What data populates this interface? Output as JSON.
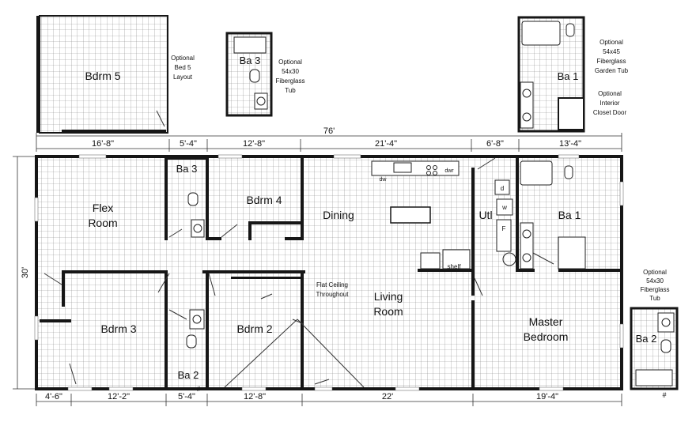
{
  "colors": {
    "wall": "#161616",
    "grid": "#8a8a8a",
    "line": "#333333",
    "background": "#ffffff"
  },
  "inset_bedroom5": {
    "room": "Bdrm 5",
    "note_lines": [
      "Optional",
      "Bed 5",
      "Layout"
    ]
  },
  "inset_bath3": {
    "room": "Ba 3",
    "note_lines": [
      "Optional",
      "54x30",
      "Fiberglass",
      "Tub"
    ]
  },
  "inset_bath1": {
    "room": "Ba 1",
    "tub_note_lines": [
      "Optional",
      "54x45",
      "Fiberglass",
      "Garden Tub"
    ],
    "door_note_lines": [
      "Optional",
      "Interior",
      "Closet Door"
    ]
  },
  "inset_bath2": {
    "room": "Ba 2",
    "note_lines": [
      "Optional",
      "54x30",
      "Fiberglass",
      "Tub"
    ],
    "symbol": "#"
  },
  "dimensions": {
    "overall_width": "76'",
    "overall_depth": "30'",
    "top": [
      "16'-8\"",
      "5'-4\"",
      "12'-8\"",
      "21'-4\"",
      "6'-8\"",
      "13'-4\""
    ],
    "bottom": [
      "4'-6\"",
      "12'-2\"",
      "5'-4\"",
      "12'-8\"",
      "22'",
      "19'-4\""
    ]
  },
  "rooms": {
    "flex_line1": "Flex",
    "flex_line2": "Room",
    "bath3": "Ba 3",
    "bedroom4": "Bdrm 4",
    "dining": "Dining",
    "utility": "Utl",
    "bath1": "Ba 1",
    "bedroom3": "Bdrm 3",
    "bath2": "Ba 2",
    "bedroom2": "Bdrm 2",
    "living_line1": "Living",
    "living_line2": "Room",
    "master_line1": "Master",
    "master_line2": "Bedroom"
  },
  "notes": {
    "flat_ceiling_line1": "Flat Ceiling",
    "flat_ceiling_line2": "Throughout"
  },
  "appliances": {
    "dishwasher": "dw",
    "dryer": "dwr",
    "shelf": "shelf",
    "dryer_symbol": "d",
    "washer_symbol": "w",
    "furnace_symbol": "F",
    "water_heater_symbol": "#"
  }
}
